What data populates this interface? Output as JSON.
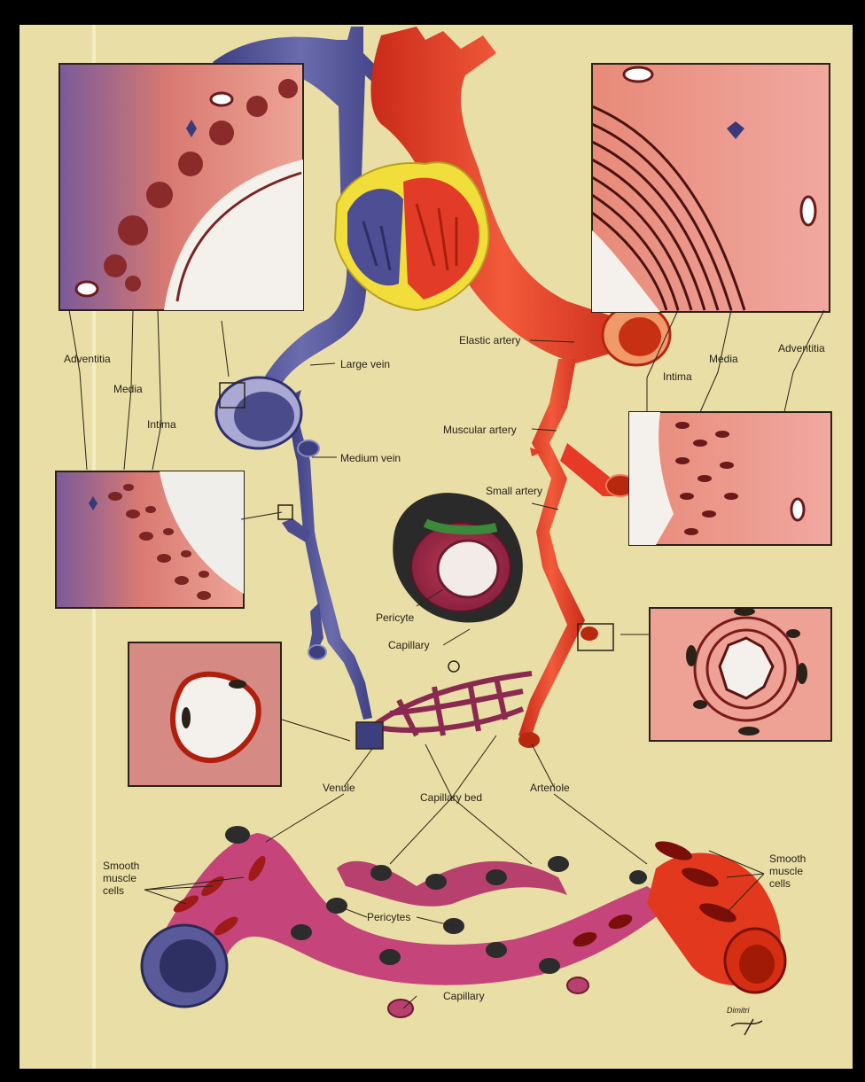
{
  "labels": {
    "adventitia_left": "Adventitia",
    "media_left": "Media",
    "intima_left": "Intima",
    "large_vein": "Large vein",
    "medium_vein": "Medium vein",
    "elastic_artery": "Elastic artery",
    "intima_right": "Intima",
    "media_right": "Media",
    "adventitia_right": "Adventitia",
    "muscular_artery": "Muscular artery",
    "small_artery": "Small artery",
    "pericyte_top": "Pericyte",
    "capillary_top": "Capillary",
    "venule": "Venule",
    "capillary_bed": "Capillary bed",
    "arteriole": "Arteriole",
    "smooth_muscle_left_1": "Smooth",
    "smooth_muscle_left_2": "muscle",
    "smooth_muscle_left_3": "cells",
    "smooth_muscle_right_1": "Smooth",
    "smooth_muscle_right_2": "muscle",
    "smooth_muscle_right_3": "cells",
    "pericytes_bottom": "Pericytes",
    "capillary_bottom": "Capillary"
  },
  "signature": "Dimitri",
  "colors": {
    "background": "#e9dfa6",
    "vein": "#5a5a9a",
    "artery": "#e8402a",
    "tissue": "#e69a86",
    "cell": "#7a2424",
    "lumen": "#f2efe9",
    "heart_outline": "#f0d838"
  }
}
